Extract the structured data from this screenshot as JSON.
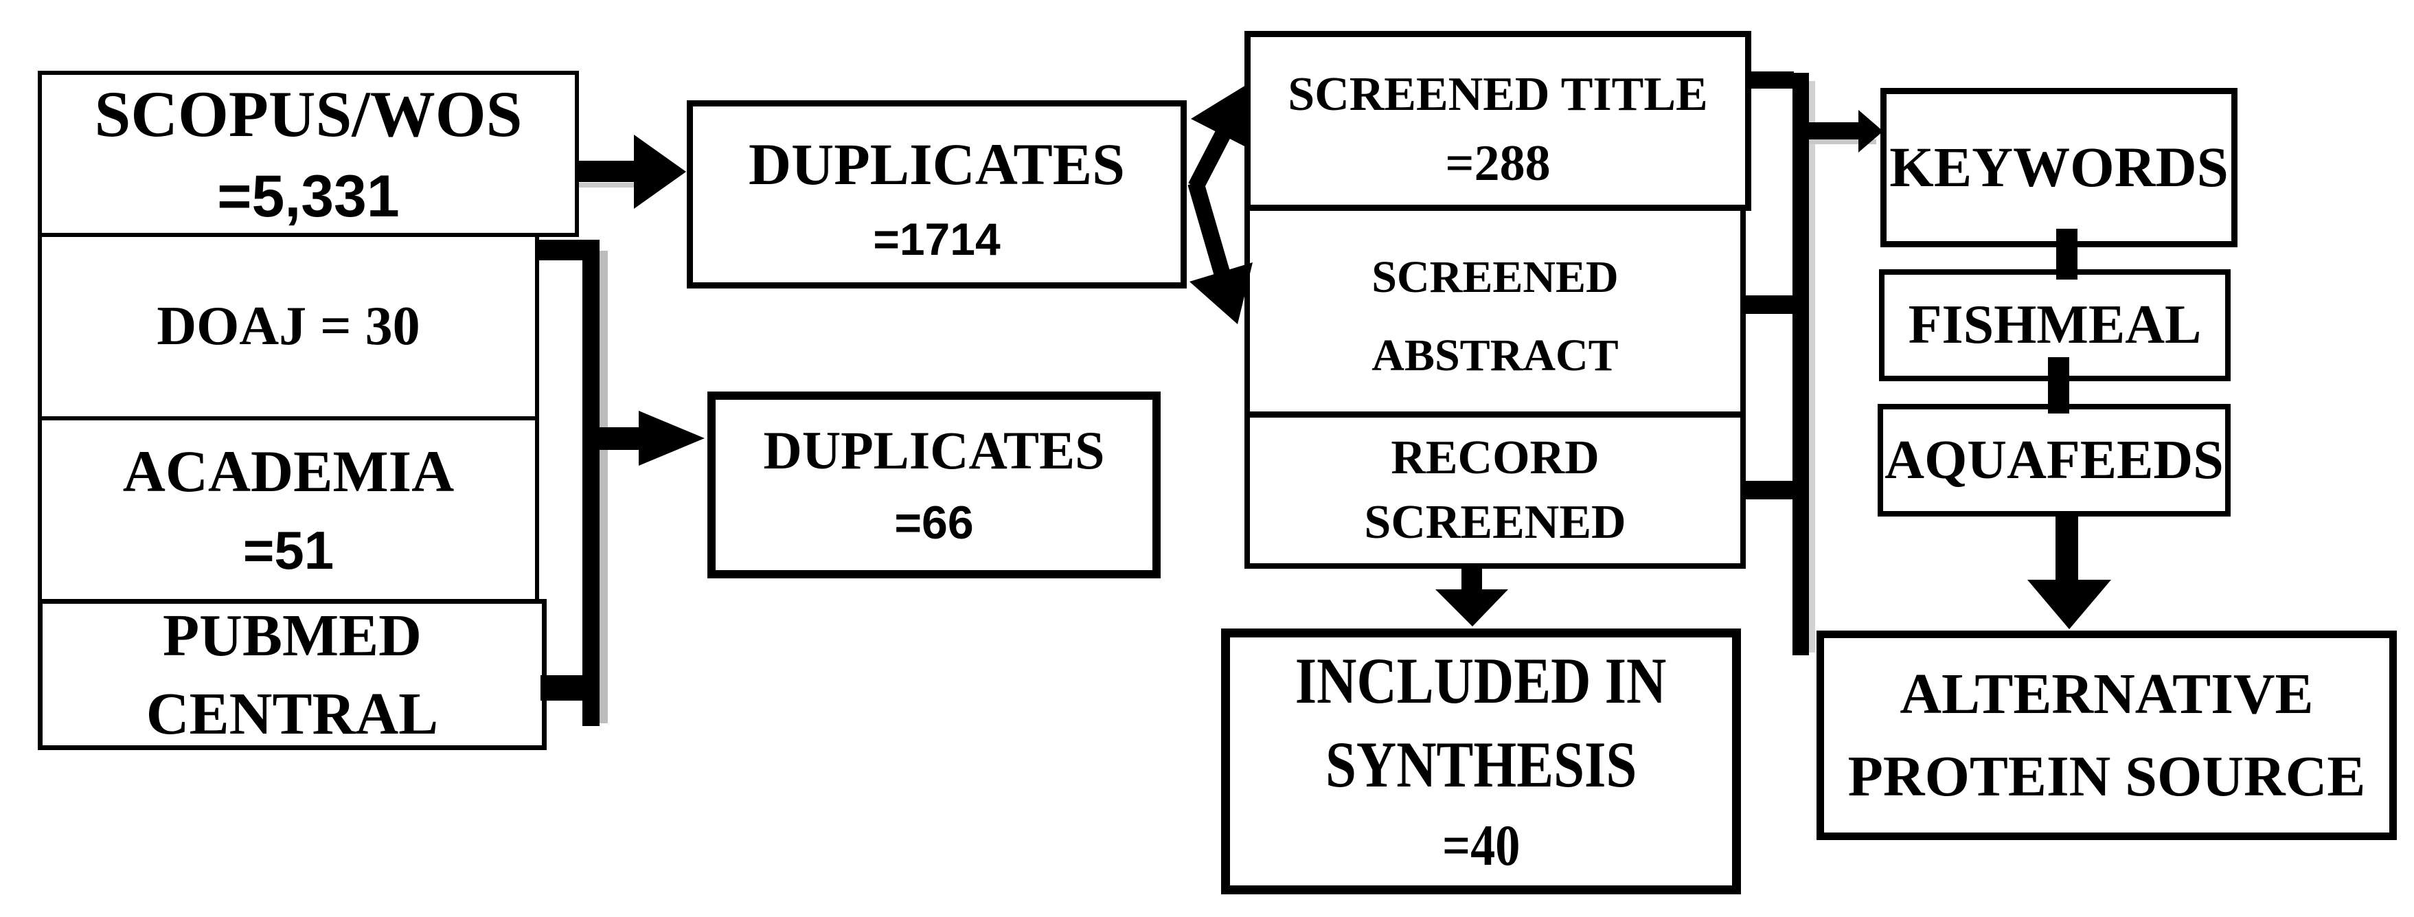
{
  "canvas": {
    "ink": "#000000",
    "paper": "#ffffff"
  },
  "boxes": {
    "scopus": {
      "line1": "SCOPUS/WOS",
      "line2": "=5,331"
    },
    "doaj": {
      "line1": "DOAJ = 30"
    },
    "academia": {
      "line1": "ACADEMIA",
      "line2": "=51"
    },
    "pubmed": {
      "line1": "PUBMED",
      "line2": "CENTRAL"
    },
    "duplicates_first": {
      "line1": "DUPLICATES",
      "line2": "=1714"
    },
    "duplicates_second": {
      "line1": "DUPLICATES",
      "line2": "=66"
    },
    "screened_title": {
      "line1": "SCREENED TITLE",
      "line2": "=288"
    },
    "screened_abstract": {
      "line1": "SCREENED",
      "line2": "ABSTRACT"
    },
    "record_screened": {
      "line1": "RECORD",
      "line2": "SCREENED"
    },
    "included": {
      "line1": "INCLUDED IN",
      "line2": "SYNTHESIS",
      "line3": "=40"
    },
    "keywords": {
      "line1": "KEYWORDS"
    },
    "fishmeal": {
      "line1": "FISHMEAL"
    },
    "aquafeeds": {
      "line1": "AQUAFEEDS"
    },
    "alternative": {
      "line1": "ALTERNATIVE",
      "line2": "PROTEIN SOURCE"
    }
  }
}
